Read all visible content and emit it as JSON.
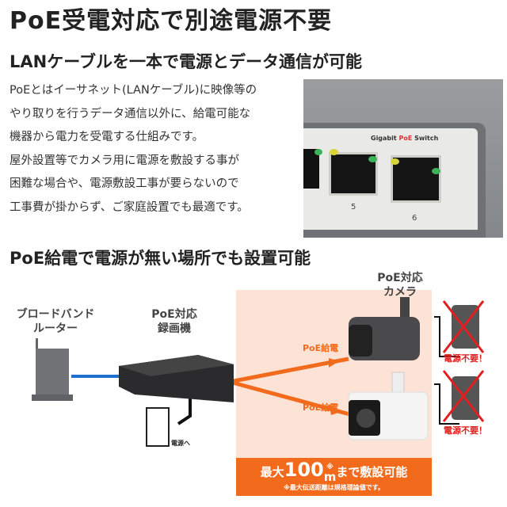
{
  "title": "PoE受電対応で別途電源不要",
  "subtitle": "LANケーブルを一本で電源とデータ通信が可能",
  "body_lines": [
    "PoEとはイーサネット(LANケーブル)に映像等の",
    "やり取りを行うデータ通信以外に、給電可能な",
    "機器から電力を受電する仕組みです。",
    "屋外設置等でカメラ用に電源を敷設する事が",
    "困難な場合や、電源敷設工事が要らないので",
    "工事費が掛からず、ご家庭設置でも最適です。"
  ],
  "switch": {
    "label_a": "Gigabit ",
    "label_b": "PoE",
    "label_c": " Switch",
    "port5": "5",
    "port6": "6"
  },
  "section2_title": "PoE給電で電源が無い場所でも設置可能",
  "diagram": {
    "router_label_1": "ブロードバンド",
    "router_label_2": "ルーター",
    "recorder_label_1": "PoE対応",
    "recorder_label_2": "録画機",
    "camera_label_1": "PoE対応",
    "camera_label_2": "カメラ",
    "poe_feed": "PoE給電",
    "no_power": "電源不要！",
    "outlet_label": "電源へ",
    "banner_a": "最大",
    "banner_num": "100",
    "banner_mark": "※",
    "banner_unit": "m",
    "banner_b": "まで敷設可能",
    "banner_note": "※最大伝送距離は規格理論値です。",
    "colors": {
      "accent": "#f26b1d",
      "panel": "#fde3d6",
      "cable": "#1f6fd1",
      "cross": "#e02020"
    }
  }
}
